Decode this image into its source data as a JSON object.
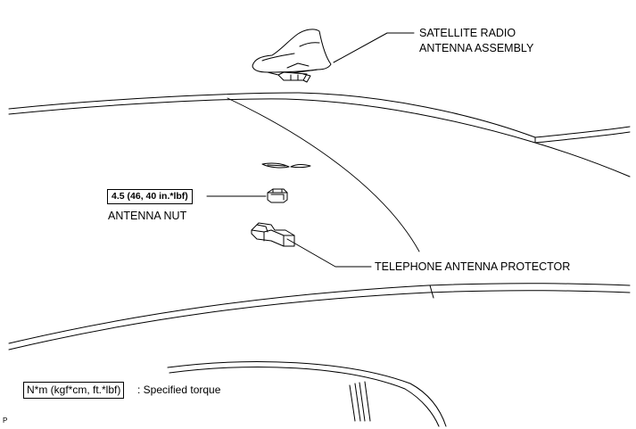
{
  "labels": {
    "satellite_line1": "SATELLITE RADIO",
    "satellite_line2": "ANTENNA ASSEMBLY",
    "torque_value": "4.5 (46, 40 in.*lbf)",
    "antenna_nut": "ANTENNA NUT",
    "protector": "TELEPHONE ANTENNA PROTECTOR"
  },
  "legend": {
    "unit_box": "N*m (kgf*cm, ft.*lbf)",
    "description": ": Specified torque"
  },
  "corner_mark": "P"
}
